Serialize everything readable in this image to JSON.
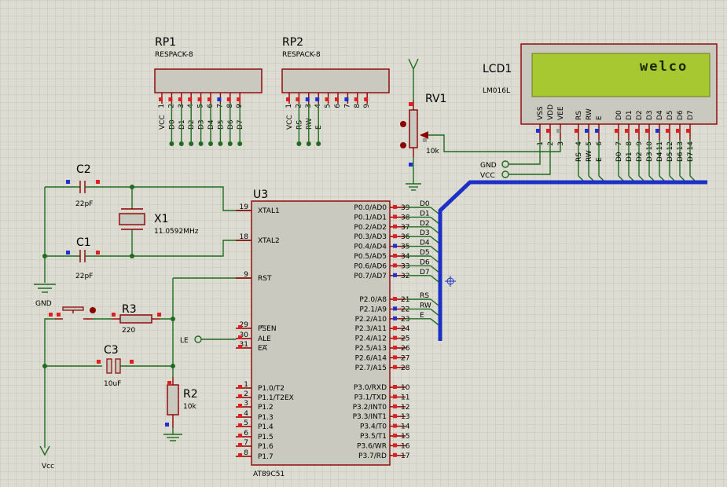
{
  "components": {
    "rp1": {
      "ref": "RP1",
      "value": "RESPACK-8",
      "pins": [
        "1",
        "2",
        "3",
        "4",
        "5",
        "6",
        "7",
        "8",
        "9"
      ],
      "net_labels": [
        "VCC",
        "D0",
        "D1",
        "D2",
        "D3",
        "D4",
        "D5",
        "D6",
        "D7"
      ]
    },
    "rp2": {
      "ref": "RP2",
      "value": "RESPACK-8",
      "pins": [
        "1",
        "2",
        "3",
        "4",
        "5",
        "6",
        "7",
        "8",
        "9"
      ],
      "net_labels": [
        "VCC",
        "RS",
        "RW",
        "E"
      ]
    },
    "rv1": {
      "ref": "RV1",
      "value": "10k"
    },
    "lcd1": {
      "ref": "LCD1",
      "value": "LM016L",
      "display_text": "welco",
      "pin_names": [
        "VSS",
        "VDD",
        "VEE",
        "RS",
        "RW",
        "E",
        "D0",
        "D1",
        "D2",
        "D3",
        "D4",
        "D5",
        "D6",
        "D7"
      ],
      "pin_numbers": [
        "1",
        "2",
        "3",
        "4",
        "5",
        "6",
        "7",
        "8",
        "9",
        "10",
        "11",
        "12",
        "13",
        "14"
      ],
      "net_labels": [
        "RS",
        "RW",
        "E",
        "D0",
        "D1",
        "D2",
        "D3",
        "D4",
        "D5",
        "D6",
        "D7"
      ]
    },
    "c2": {
      "ref": "C2",
      "value": "22pF"
    },
    "c1": {
      "ref": "C1",
      "value": "22pF"
    },
    "x1": {
      "ref": "X1",
      "value": "11.0592MHz"
    },
    "r3": {
      "ref": "R3",
      "value": "220"
    },
    "c3": {
      "ref": "C3",
      "value": "10uF"
    },
    "r2": {
      "ref": "R2",
      "value": "10k"
    },
    "u3": {
      "ref": "U3",
      "value": "AT89C51",
      "left_pins": [
        {
          "num": "19",
          "name": "XTAL1"
        },
        {
          "num": "18",
          "name": "XTAL2"
        },
        {
          "num": "9",
          "name": "RST"
        },
        {
          "num": "29",
          "name": "PSEN"
        },
        {
          "num": "30",
          "name": "ALE"
        },
        {
          "num": "31",
          "name": "EA"
        },
        {
          "num": "1",
          "name": "P1.0/T2"
        },
        {
          "num": "2",
          "name": "P1.1/T2EX"
        },
        {
          "num": "3",
          "name": "P1.2"
        },
        {
          "num": "4",
          "name": "P1.3"
        },
        {
          "num": "5",
          "name": "P1.4"
        },
        {
          "num": "6",
          "name": "P1.5"
        },
        {
          "num": "7",
          "name": "P1.6"
        },
        {
          "num": "8",
          "name": "P1.7"
        }
      ],
      "right_pins": [
        {
          "num": "39",
          "name": "P0.0/AD0",
          "net": "D0"
        },
        {
          "num": "38",
          "name": "P0.1/AD1",
          "net": "D1"
        },
        {
          "num": "37",
          "name": "P0.2/AD2",
          "net": "D2"
        },
        {
          "num": "36",
          "name": "P0.3/AD3",
          "net": "D3"
        },
        {
          "num": "35",
          "name": "P0.4/AD4",
          "net": "D4"
        },
        {
          "num": "34",
          "name": "P0.5/AD5",
          "net": "D5"
        },
        {
          "num": "33",
          "name": "P0.6/AD6",
          "net": "D6"
        },
        {
          "num": "32",
          "name": "P0.7/AD7",
          "net": "D7"
        },
        {
          "num": "21",
          "name": "P2.0/A8",
          "net": "RS"
        },
        {
          "num": "22",
          "name": "P2.1/A9",
          "net": "RW"
        },
        {
          "num": "23",
          "name": "P2.2/A10",
          "net": "E"
        },
        {
          "num": "24",
          "name": "P2.3/A11",
          "net": ""
        },
        {
          "num": "25",
          "name": "P2.4/A12",
          "net": ""
        },
        {
          "num": "26",
          "name": "P2.5/A13",
          "net": ""
        },
        {
          "num": "27",
          "name": "P2.6/A14",
          "net": ""
        },
        {
          "num": "28",
          "name": "P2.7/A15",
          "net": ""
        },
        {
          "num": "10",
          "name": "P3.0/RXD",
          "net": ""
        },
        {
          "num": "11",
          "name": "P3.1/TXD",
          "net": ""
        },
        {
          "num": "12",
          "name": "P3.2/INT0",
          "net": ""
        },
        {
          "num": "13",
          "name": "P3.3/INT1",
          "net": ""
        },
        {
          "num": "14",
          "name": "P3.4/T0",
          "net": ""
        },
        {
          "num": "15",
          "name": "P3.5/T1",
          "net": ""
        },
        {
          "num": "16",
          "name": "P3.6/WR",
          "net": ""
        },
        {
          "num": "17",
          "name": "P3.7/RD",
          "net": ""
        }
      ]
    }
  },
  "terminals": {
    "gnd_left": "GND",
    "vcc_left": "Vcc",
    "gnd_lcd": "GND",
    "vcc_lcd": "VCC",
    "le": "LE"
  },
  "colors": {
    "background": "#dcdcd2",
    "grid": "#c4c4b8",
    "wire": "#1f6b1f",
    "bus": "#1c2fc8",
    "component": "#8b0000",
    "lcd_screen": "#a8c832"
  }
}
